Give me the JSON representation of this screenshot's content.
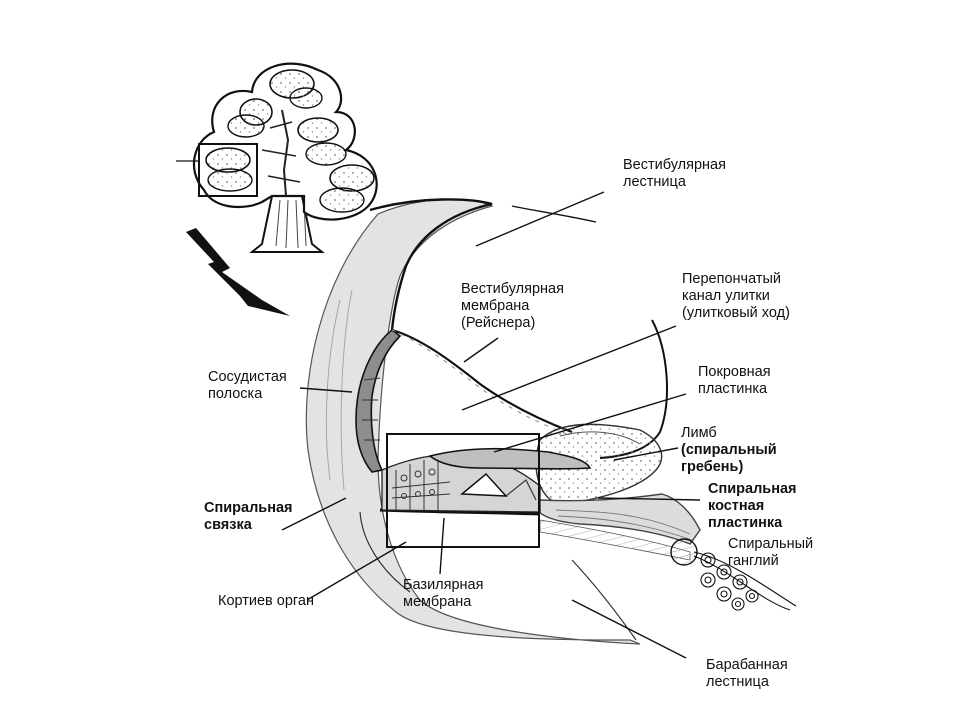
{
  "colors": {
    "tissue": "#e6e6e6",
    "tissue_dark": "#bdbdbd",
    "line": "#111111",
    "background": "#ffffff"
  },
  "labels": {
    "vestibular_scala": [
      "Вестибулярная",
      "лестница"
    ],
    "vestibular_membrane": [
      "Вестибулярная",
      "мембрана",
      "(Рейснера)"
    ],
    "cochlear_duct": [
      "Перепончатый",
      "канал улитки",
      "(улитковый ход)"
    ],
    "tectorial_membrane": [
      "Покровная",
      "пластинка"
    ],
    "limbus_line1": "Лимб",
    "limbus_line2": "(спиральный",
    "limbus_line3": "гребень)",
    "stria_vascularis": [
      "Сосудистая",
      "полоска"
    ],
    "spiral_ligament": [
      "Спиральная",
      "связка"
    ],
    "osseous_lamina": [
      "Спиральная",
      "костная",
      "пластинка"
    ],
    "spiral_ganglion": [
      "Спиральный",
      "ганглий"
    ],
    "organ_of_corti": "Кортиев орган",
    "basilar_membrane": [
      "Базилярная",
      "мембрана"
    ],
    "tympanic_scala": [
      "Барабанная",
      "лестница"
    ]
  },
  "icons": {
    "cochlea_overview": "cochlea-cross-section-icon",
    "zoom_arrow": "zigzag-arrow-icon"
  }
}
